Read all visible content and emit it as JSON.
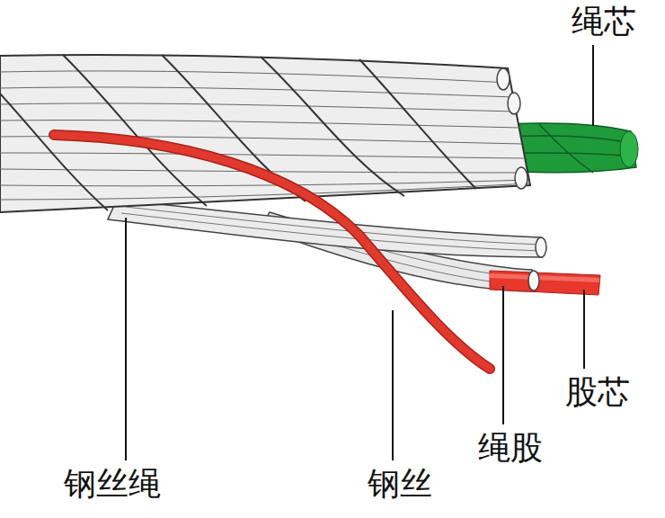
{
  "diagram": {
    "labels": [
      "绳芯",
      "股芯",
      "绳股",
      "钢丝",
      "钢丝绳"
    ]
  }
}
